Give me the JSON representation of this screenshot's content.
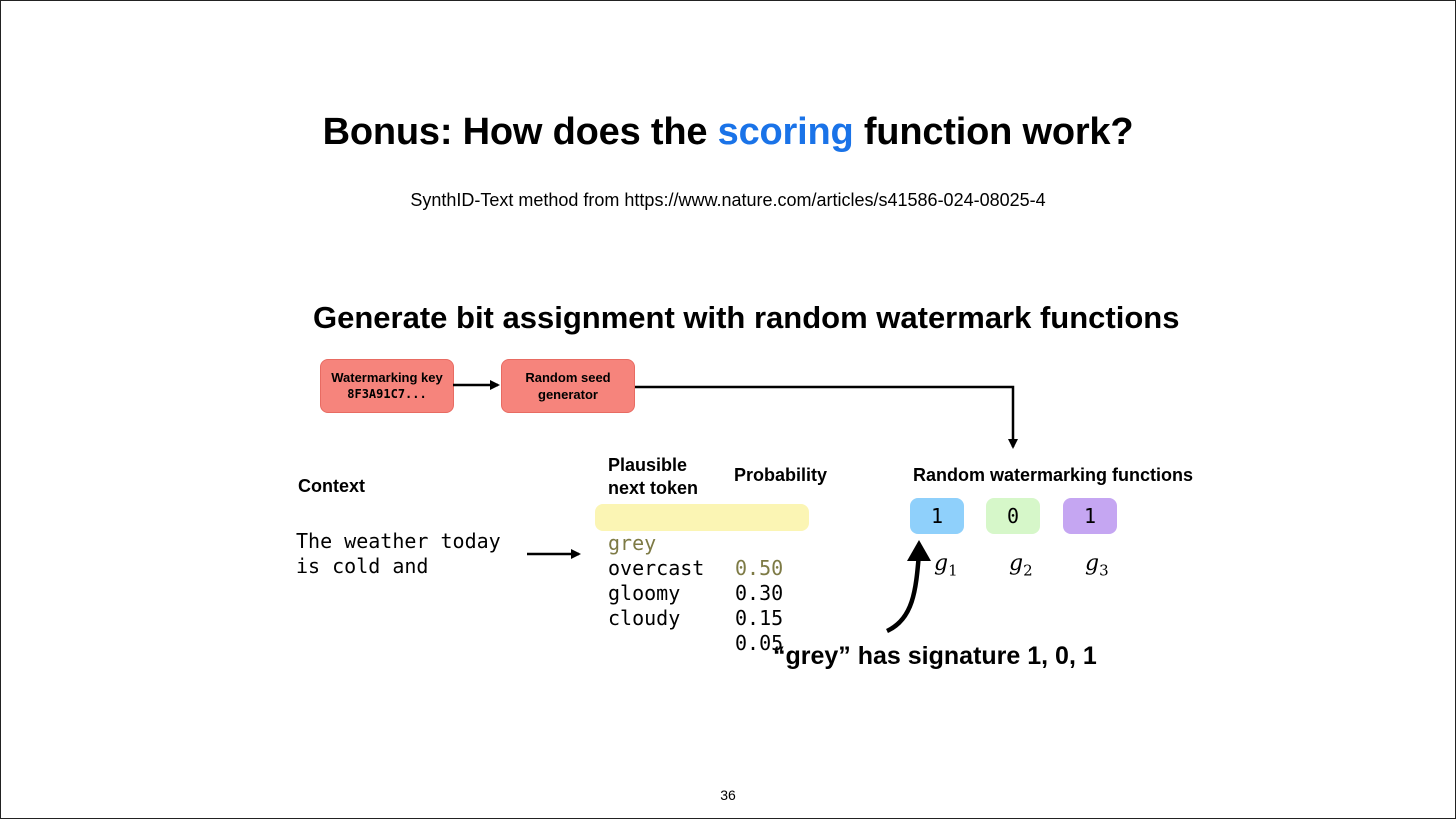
{
  "title": {
    "prefix": "Bonus: How does the ",
    "highlight": "scoring",
    "suffix": " function work?"
  },
  "source": "SynthID-Text method from https://www.nature.com/articles/s41586-024-08025-4",
  "subtitle": "Generate bit assignment with random watermark functions",
  "key_box": {
    "label": "Watermarking key",
    "value": "8F3A91C7..."
  },
  "seed_box": {
    "line1": "Random seed",
    "line2": "generator"
  },
  "context": {
    "label": "Context",
    "line1": "The weather today",
    "line2": "is cold and"
  },
  "tokens": {
    "header_line1": "Plausible",
    "header_line2": "next token",
    "prob_header": "Probability",
    "rows": [
      {
        "word": "grey",
        "prob": "0.50"
      },
      {
        "word": "overcast",
        "prob": "0.30"
      },
      {
        "word": "gloomy",
        "prob": "0.15"
      },
      {
        "word": "cloudy",
        "prob": "0.05"
      }
    ]
  },
  "functions": {
    "header": "Random watermarking functions",
    "items": [
      {
        "bit": "1",
        "letter": "g",
        "sub": "1",
        "color": "#8fd0fb"
      },
      {
        "bit": "0",
        "letter": "g",
        "sub": "2",
        "color": "#d6f7c9"
      },
      {
        "bit": "1",
        "letter": "g",
        "sub": "3",
        "color": "#c5a6f2"
      }
    ]
  },
  "signature": "“grey” has signature 1, 0, 1",
  "page_number": "36"
}
